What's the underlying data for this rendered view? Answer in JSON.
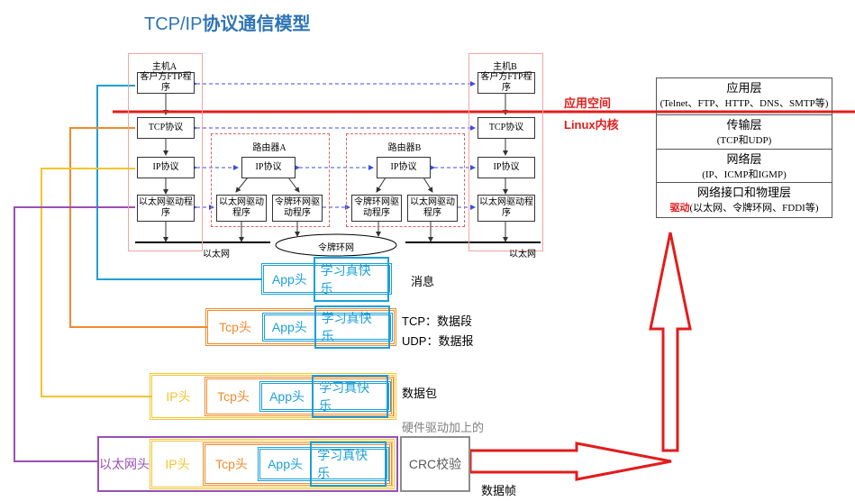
{
  "title": {
    "prefix": "TCP/IP",
    "suffix": "协议通信模型"
  },
  "hosts": {
    "a": {
      "label": "主机A"
    },
    "b": {
      "label": "主机B"
    }
  },
  "host_stack": {
    "client": "客户方FTP程序",
    "tcp": "TCP协议",
    "ip": "IP协议",
    "eth_driver": "以太网驱动程序"
  },
  "routers": {
    "a": {
      "label": "路由器A",
      "left_driver": "以太网驱动程序",
      "right_driver": "令牌环网驱动程序",
      "ip": "IP协议"
    },
    "b": {
      "label": "路由器B",
      "left_driver": "令牌环网驱动程序",
      "right_driver": "以太网驱动程序",
      "ip": "IP协议"
    }
  },
  "networks": {
    "ethernet_left": "以太网",
    "token_ring": "令牌环网",
    "ethernet_right": "以太网"
  },
  "boundary": {
    "user_space": "应用空间",
    "kernel": "Linux内核",
    "driver": "驱动"
  },
  "layers": [
    {
      "name": "应用层",
      "detail": "(Telnet、FTP、HTTP、DNS、SMTP等)"
    },
    {
      "name": "传输层",
      "detail": "(TCP和UDP)"
    },
    {
      "name": "网络层",
      "detail": "(IP、ICMP和IGMP)"
    },
    {
      "name": "网络接口和物理层",
      "detail": "(以太网、令牌环网、FDDI等)"
    }
  ],
  "encapsulation": {
    "data": "学习真快乐",
    "app_header": "App头",
    "tcp_header": "Tcp头",
    "ip_header": "IP头",
    "eth_header": "以太网头",
    "crc": "CRC校验",
    "notes": {
      "message": "消息",
      "tcp_segment": "TCP：数据段",
      "udp_datagram": "UDP：数据报",
      "packet": "数据包",
      "driver_added": "硬件驱动加上的",
      "frame": "数据帧"
    }
  },
  "colors": {
    "title": "#2e74b5",
    "app": "#1ca0d8",
    "tcp": "#f08a2c",
    "ip": "#f4c430",
    "eth": "#9a4fb5",
    "crc": "#8c8c8c",
    "boundary": "#e31c1c"
  }
}
